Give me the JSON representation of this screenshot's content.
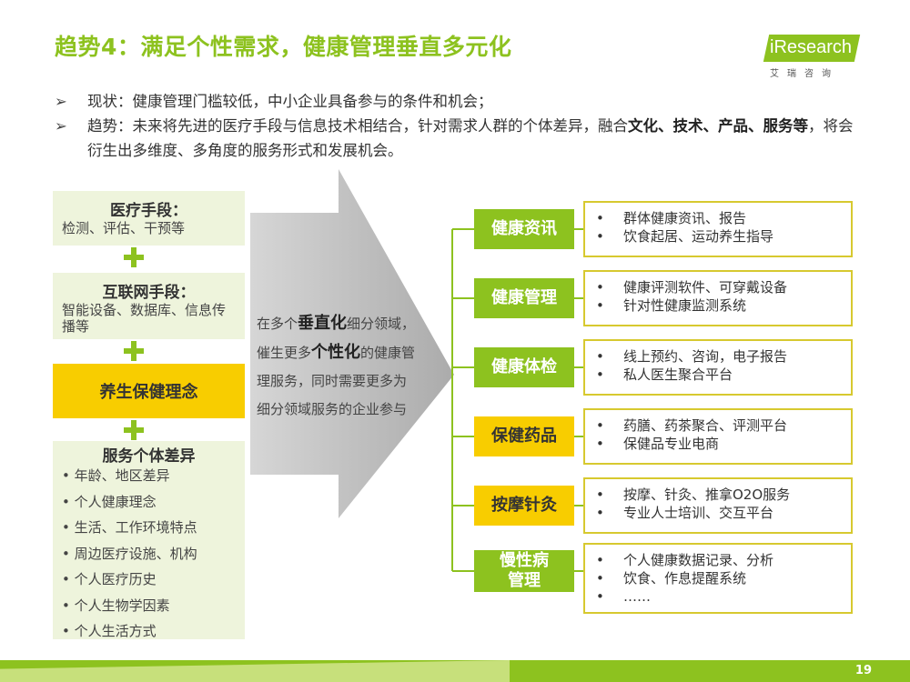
{
  "header": {
    "title": "趋势4：满足个性需求，健康管理垂直多元化",
    "logo_text": "iResearch",
    "logo_sub": "艾瑞咨询"
  },
  "bullets": [
    {
      "marker": "➢",
      "parts": [
        {
          "text": "现状：健康管理门槛较低，中小企业具备参与的条件和机会；",
          "bold": false
        }
      ]
    },
    {
      "marker": "➢",
      "parts": [
        {
          "text": "趋势：未来将先进的医疗手段与信息技术相结合，针对需求人群的个体差异，融合",
          "bold": false
        },
        {
          "text": "文化、技术、产品、服务等",
          "bold": true
        },
        {
          "text": "，将会衍生出多维度、多角度的服务形式和发展机会。",
          "bold": false
        }
      ]
    }
  ],
  "left": {
    "medical": {
      "title": "医疗手段：",
      "subtitle": "检测、评估、干预等"
    },
    "internet": {
      "title": "互联网手段：",
      "subtitle": "智能设备、数据库、信息传播等"
    },
    "concept": "养生保健理念",
    "diff": {
      "title": "服务个体差异",
      "items": [
        "年龄、地区差异",
        "个人健康理念",
        "生活、工作环境特点",
        "周边医疗设施、机构",
        "个人医疗历史",
        "个人生物学因素",
        "个人生活方式"
      ]
    }
  },
  "arrow": {
    "parts": [
      {
        "text": "在多个",
        "bold": false
      },
      {
        "text": "垂直化",
        "bold": true
      },
      {
        "text": "细分领域，催生更多",
        "bold": false
      },
      {
        "text": "个性化",
        "bold": true
      },
      {
        "text": "的健康管理服务，同时需要更多为细分领域服务的企业参与",
        "bold": false
      }
    ]
  },
  "categories": [
    {
      "label": "健康资讯",
      "style": "green",
      "details": [
        "群体健康资讯、报告",
        "饮食起居、运动养生指导"
      ]
    },
    {
      "label": "健康管理",
      "style": "green",
      "details": [
        "健康评测软件、可穿戴设备",
        "针对性健康监测系统"
      ]
    },
    {
      "label": "健康体检",
      "style": "green",
      "details": [
        "线上预约、咨询，电子报告",
        "私人医生聚合平台"
      ]
    },
    {
      "label": "保健药品",
      "style": "yellow",
      "details": [
        "药膳、药茶聚合、评测平台",
        "保健品专业电商"
      ]
    },
    {
      "label": "按摩针灸",
      "style": "yellow",
      "details": [
        "按摩、针灸、推拿O2O服务",
        "专业人士培训、交互平台"
      ]
    },
    {
      "label": "慢性病管理",
      "style": "green",
      "details": [
        "个人健康数据记录、分析",
        "饮食、作息提醒系统",
        "……"
      ]
    }
  ],
  "footer": {
    "page": "19"
  },
  "colors": {
    "accent_green": "#8dc21f",
    "accent_yellow": "#f8cd00",
    "light_green_bg": "#eef4dc",
    "detail_border": "#d7c92f"
  }
}
